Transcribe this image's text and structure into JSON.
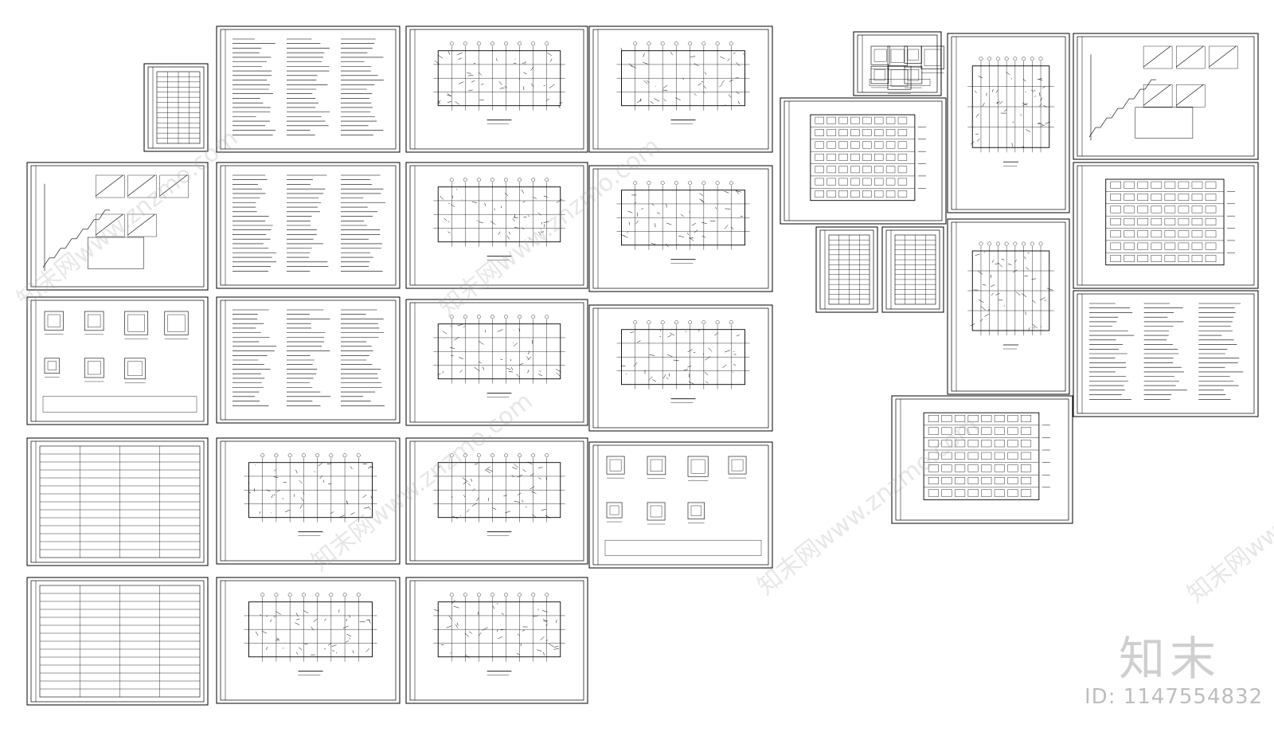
{
  "brand": {
    "logo_text": "知末",
    "id_text": "ID: 1147554832"
  },
  "watermark": {
    "text": "知末网www.znzmo.com"
  },
  "colors": {
    "background": "#ffffff",
    "ink": "#000000",
    "logo": "#cfcfcf"
  }
}
